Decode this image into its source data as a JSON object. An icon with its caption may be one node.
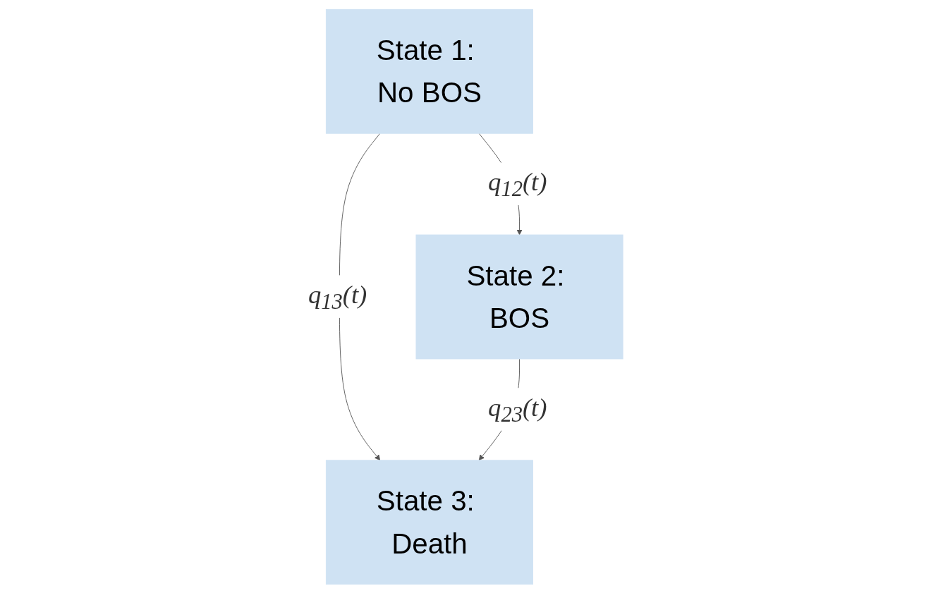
{
  "diagram": {
    "nodes": [
      {
        "text": [
          "State 1: No BOS"
        ]
      },
      {
        "text": [
          "State 2: BOS"
        ]
      },
      {
        "text": [
          "State 3: Death"
        ]
      }
    ],
    "edges": [
      {
        "from": 0,
        "to": 1,
        "arrow": "to",
        "label": "q$_{12}$(t)"
      },
      {
        "from": 0,
        "to": 2,
        "arrow": "to",
        "label": "q$_{13}$(t)"
      },
      {
        "from": 1,
        "to": 2,
        "arrow": "to",
        "label": "q$_{23}$(t)"
      }
    ]
  }
}
